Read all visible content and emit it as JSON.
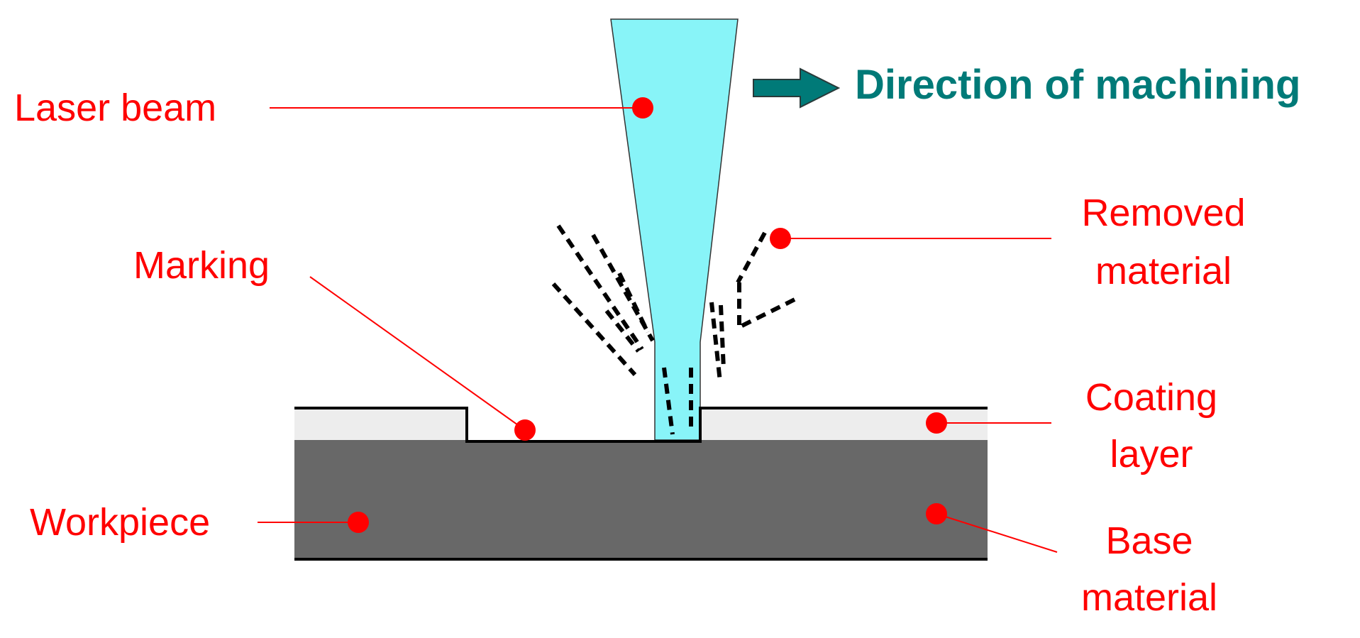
{
  "labels": {
    "laser_beam": "Laser beam",
    "direction": "Direction of machining",
    "removed_line1": "Removed",
    "removed_line2": "material",
    "marking": "Marking",
    "coating_line1": "Coating",
    "coating_line2": "layer",
    "workpiece": "Workpiece",
    "base_line1": "Base",
    "base_line2": "material"
  },
  "colors": {
    "label_red": "#ff0000",
    "direction_teal": "#007a78",
    "laser_cyan": "#88f4f8",
    "coating_gray": "#ededed",
    "base_gray": "#686868",
    "debris_black": "#000000"
  },
  "icons": {
    "direction_arrow": "right-arrow-icon"
  }
}
